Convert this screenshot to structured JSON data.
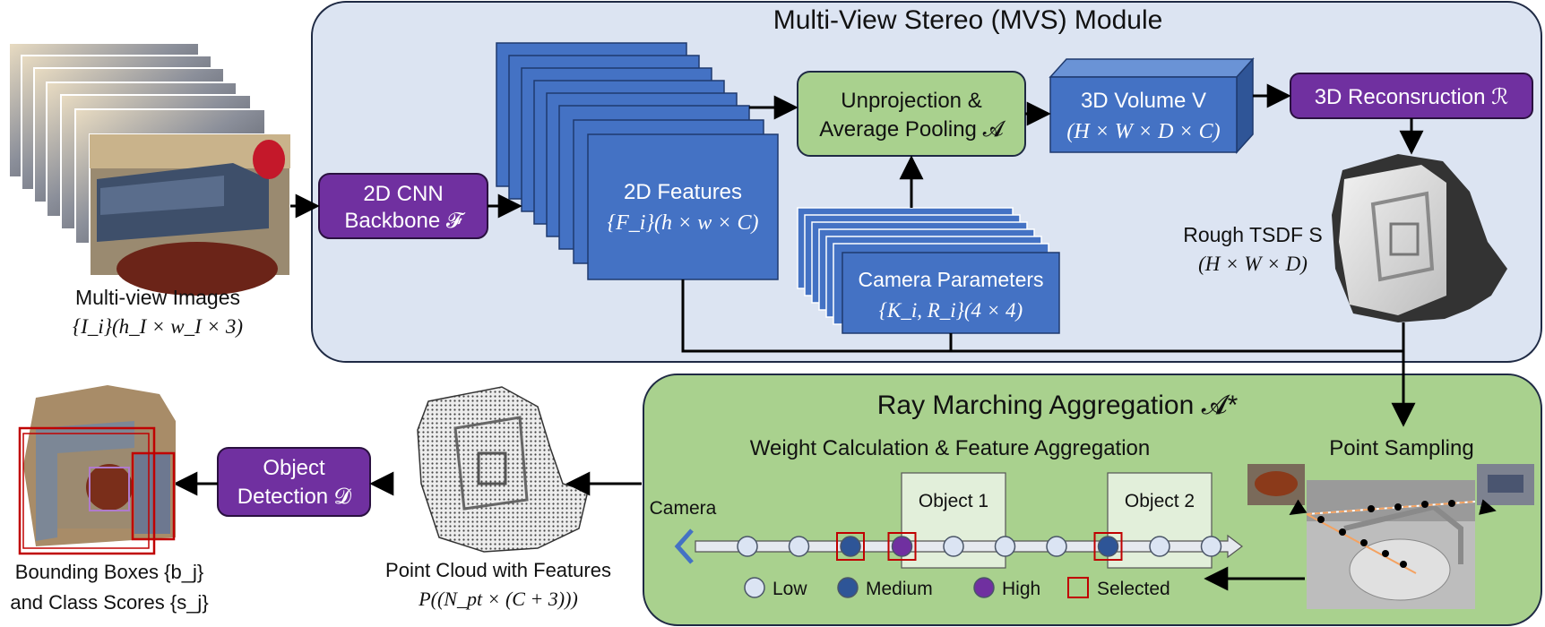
{
  "mvs_module": {
    "title": "Multi-View Stereo (MVS) Module"
  },
  "inputs": {
    "label_line1": "Multi-view Images",
    "label_line2": "{I_i}(h_I × w_I × 3)"
  },
  "backbone": {
    "line1": "2D CNN",
    "line2": "Backbone 𝓕"
  },
  "features": {
    "line1": "2D Features",
    "line2": "{F_i}(h × w × C)"
  },
  "unprojection": {
    "line1": "Unprojection &",
    "line2": "Average Pooling 𝓐"
  },
  "camera_params": {
    "line1": "Camera Parameters",
    "line2": "{K_i, R_i}(4 × 4)"
  },
  "volume": {
    "line1": "3D Volume V",
    "line2": "(H × W × D × C)"
  },
  "reconstruction": {
    "label": "3D Reconsruction ℛ"
  },
  "tsdf": {
    "line1": "Rough TSDF S",
    "line2": "(H × W × D)"
  },
  "ray_marching": {
    "title": "Ray Marching Aggregation 𝓐*",
    "subtitle": "Weight Calculation & Feature Aggregation",
    "point_sampling": "Point Sampling",
    "camera_label": "Camera",
    "object1": "Object 1",
    "object2": "Object 2",
    "points": [
      "low",
      "low",
      "medium",
      "high",
      "low",
      "low",
      "low",
      "medium",
      "low",
      "low"
    ],
    "selected": [
      false,
      false,
      true,
      true,
      false,
      false,
      false,
      true,
      false,
      false
    ],
    "legend": {
      "low": "Low",
      "medium": "Medium",
      "high": "High",
      "selected": "Selected"
    }
  },
  "point_cloud": {
    "line1": "Point Cloud with Features",
    "line2": "P((N_pt × (C + 3)))"
  },
  "detection": {
    "line1": "Object",
    "line2": "Detection 𝓓"
  },
  "outputs": {
    "line1": "Bounding Boxes {b_j}",
    "line2": "and Class Scores {s_j}"
  },
  "colors": {
    "mvs_bg": "#dce4f2",
    "ray_bg": "#a9d18e",
    "blue_box": "#4472c4",
    "purple_box": "#7030a0",
    "green_box": "#a9d18e",
    "low": "#dbe4f3",
    "medium": "#2e5597",
    "high": "#7030a0",
    "selected": "#c00000"
  }
}
